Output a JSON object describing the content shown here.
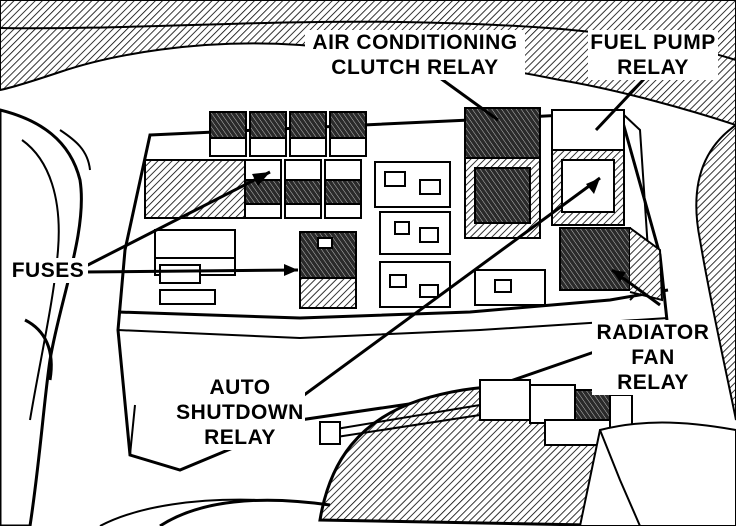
{
  "labels": {
    "ac_clutch_relay": [
      "AIR CONDITIONING",
      "CLUTCH RELAY"
    ],
    "fuel_pump_relay": [
      "FUEL PUMP",
      "RELAY"
    ],
    "fuses": "FUSES",
    "radiator_fan_relay": [
      "RADIATOR",
      "FAN",
      "RELAY"
    ],
    "auto_shutdown_relay": [
      "AUTO",
      "SHUTDOWN",
      "RELAY"
    ]
  },
  "colors": {
    "ink": "#000000",
    "paper": "#ffffff",
    "hatch": "#7a7a7a"
  }
}
